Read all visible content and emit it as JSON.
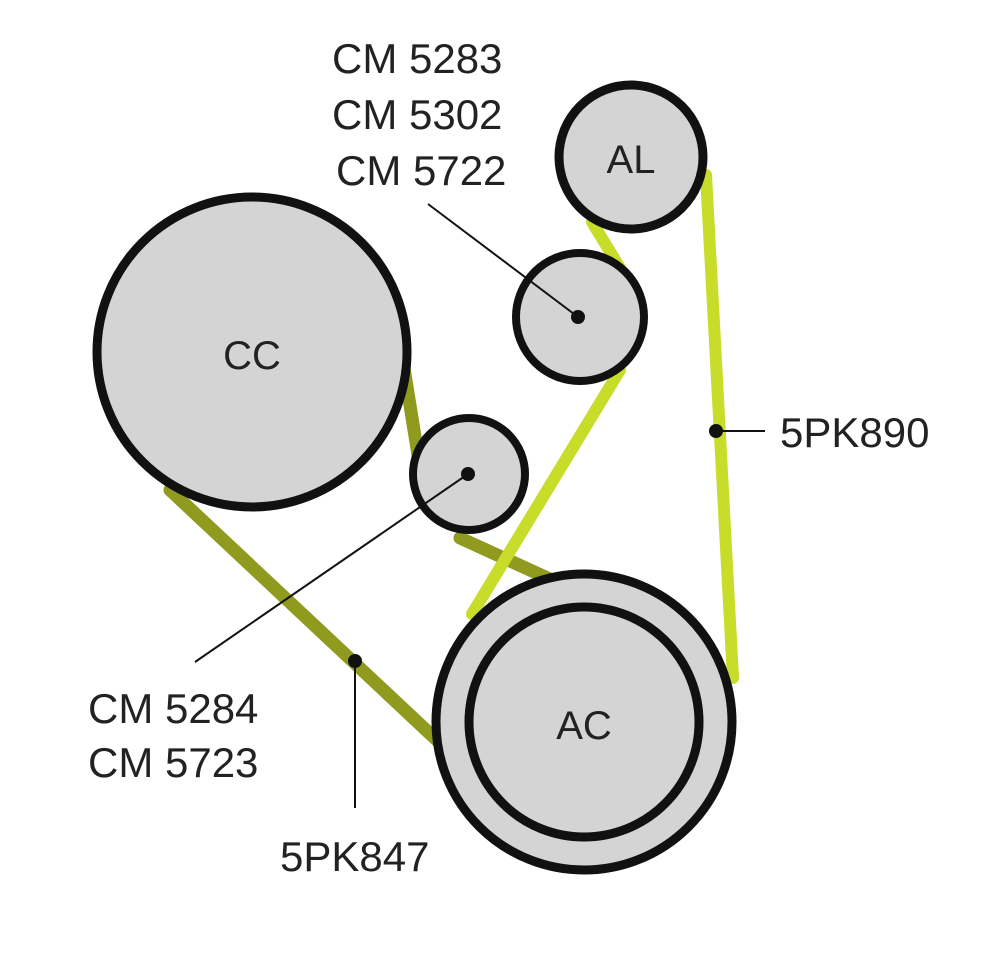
{
  "pulleys": {
    "cc": "CC",
    "al": "AL",
    "ac": "AC"
  },
  "part_numbers": {
    "upper_tensioner": [
      "CM 5283",
      "CM 5302",
      "CM 5722"
    ],
    "lower_tensioner": [
      "CM 5284",
      "CM 5723"
    ]
  },
  "belts": {
    "long_belt": "5PK890",
    "short_belt": "5PK847"
  },
  "colors": {
    "belt_dark": "#8f9a1f",
    "belt_light": "#c8dc2a",
    "pulley_fill": "#d4d4d4",
    "outline": "#111111"
  }
}
